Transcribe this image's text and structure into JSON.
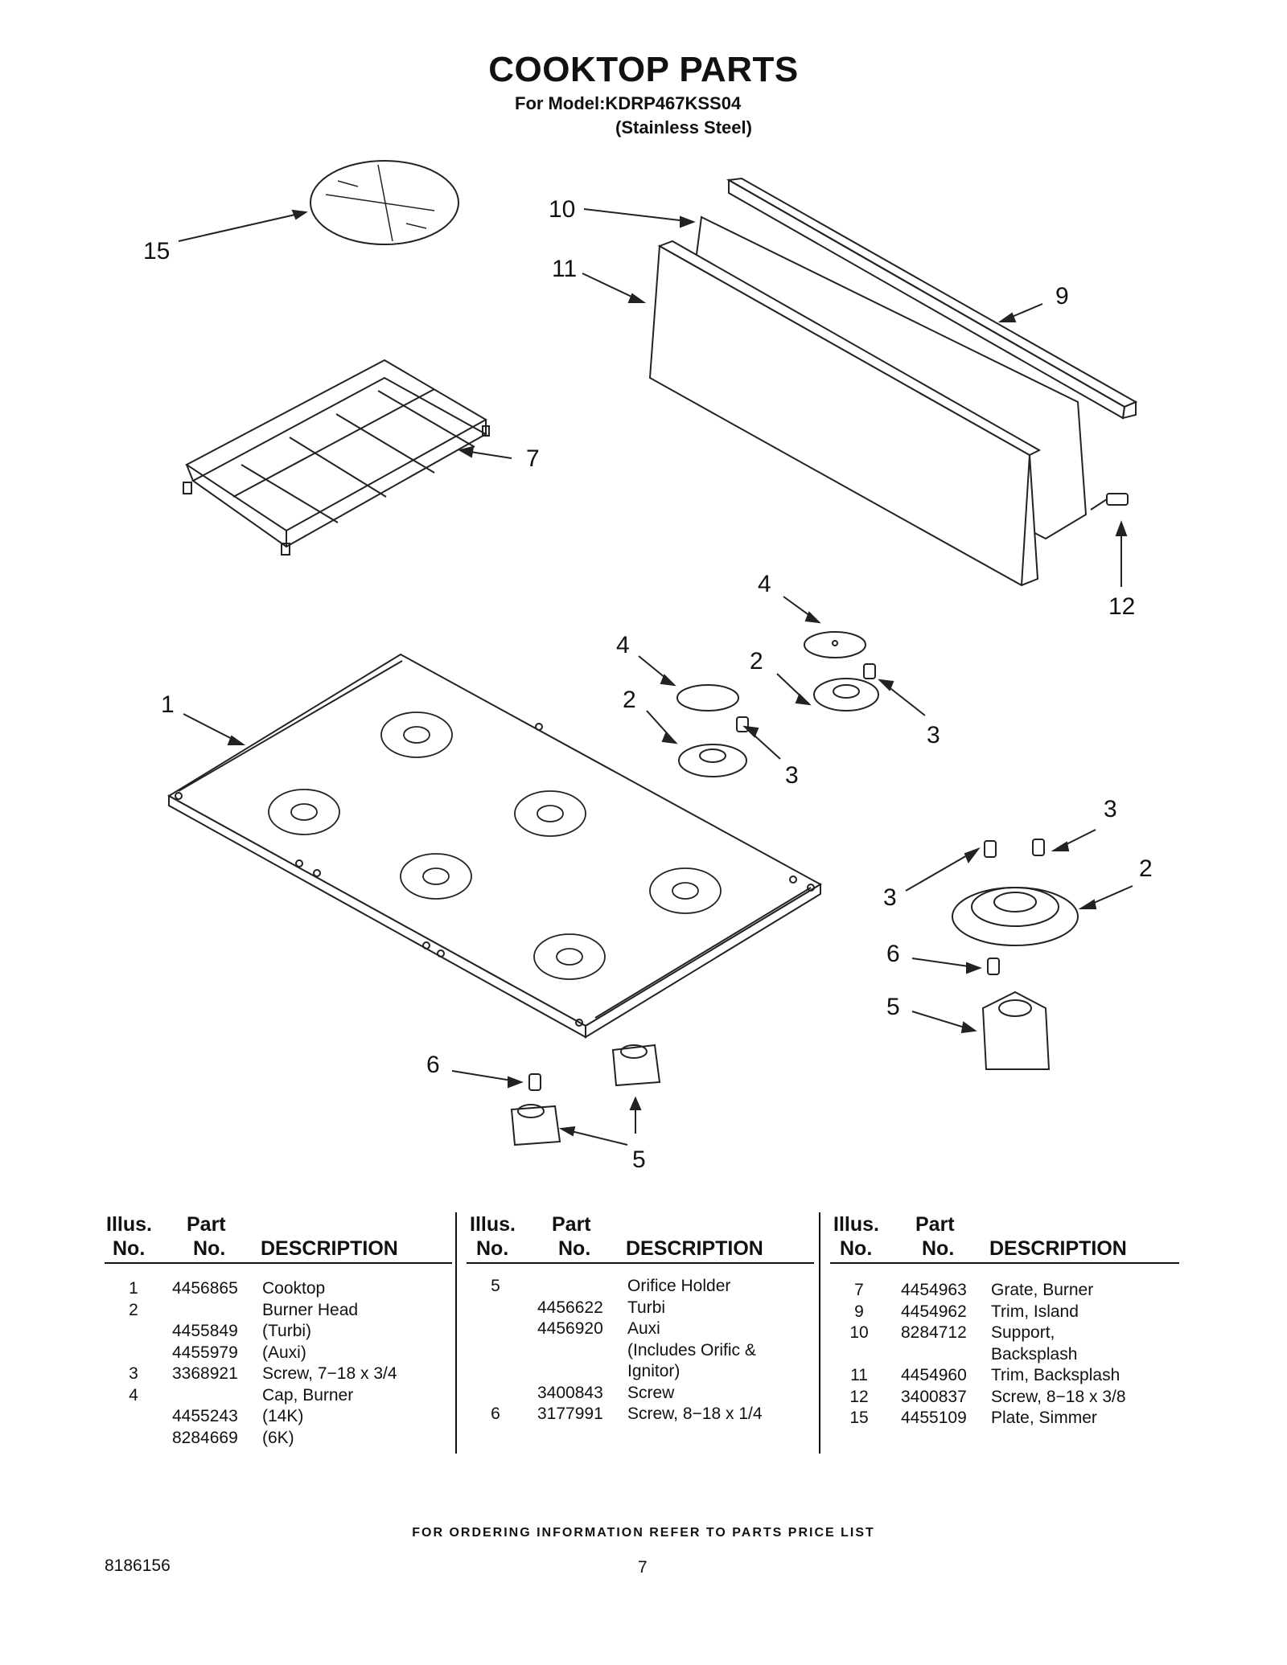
{
  "header": {
    "title": "COOKTOP PARTS",
    "model_line": "For Model:KDRP467KSS04",
    "finish_line": "(Stainless Steel)"
  },
  "callouts": [
    "15",
    "10",
    "11",
    "9",
    "7",
    "12",
    "4",
    "4",
    "2",
    "2",
    "1",
    "3",
    "3",
    "3",
    "3",
    "2",
    "6",
    "5",
    "6",
    "5"
  ],
  "table": {
    "headers": {
      "illus_line1": "Illus.",
      "illus_line2": "No.",
      "part_line1": "Part",
      "part_line2": "No.",
      "description": "DESCRIPTION"
    },
    "columns": [
      [
        {
          "illus": "1",
          "part": "4456865",
          "desc": "Cooktop"
        },
        {
          "illus": "2",
          "part": "",
          "desc": "Burner Head"
        },
        {
          "illus": "",
          "part": "4455849",
          "desc": "(Turbi)"
        },
        {
          "illus": "",
          "part": "4455979",
          "desc": "(Auxi)"
        },
        {
          "illus": "3",
          "part": "3368921",
          "desc": "Screw, 7−18 x 3/4"
        },
        {
          "illus": "4",
          "part": "",
          "desc": "Cap, Burner"
        },
        {
          "illus": "",
          "part": "4455243",
          "desc": "(14K)"
        },
        {
          "illus": "",
          "part": "8284669",
          "desc": "(6K)"
        }
      ],
      [
        {
          "illus": "5",
          "part": "",
          "desc": "Orifice Holder"
        },
        {
          "illus": "",
          "part": "4456622",
          "desc": "Turbi"
        },
        {
          "illus": "",
          "part": "4456920",
          "desc": "Auxi"
        },
        {
          "illus": "",
          "part": "",
          "desc": "(Includes Orific &"
        },
        {
          "illus": "",
          "part": "",
          "desc": "Ignitor)"
        },
        {
          "illus": "",
          "part": "3400843",
          "desc": "Screw"
        },
        {
          "illus": "6",
          "part": "3177991",
          "desc": "Screw, 8−18 x 1/4"
        }
      ],
      [
        {
          "illus": "7",
          "part": "4454963",
          "desc": "Grate, Burner"
        },
        {
          "illus": "9",
          "part": "4454962",
          "desc": "Trim, Island"
        },
        {
          "illus": "10",
          "part": "8284712",
          "desc": "Support,"
        },
        {
          "illus": "",
          "part": "",
          "desc": "Backsplash"
        },
        {
          "illus": "11",
          "part": "4454960",
          "desc": "Trim, Backsplash"
        },
        {
          "illus": "12",
          "part": "3400837",
          "desc": "Screw, 8−18 x 3/8"
        },
        {
          "illus": "15",
          "part": "4455109",
          "desc": "Plate, Simmer"
        }
      ]
    ]
  },
  "footer": {
    "ordering_note": "FOR ORDERING INFORMATION REFER TO PARTS PRICE LIST",
    "document_number": "8186156",
    "page_number": "7"
  }
}
